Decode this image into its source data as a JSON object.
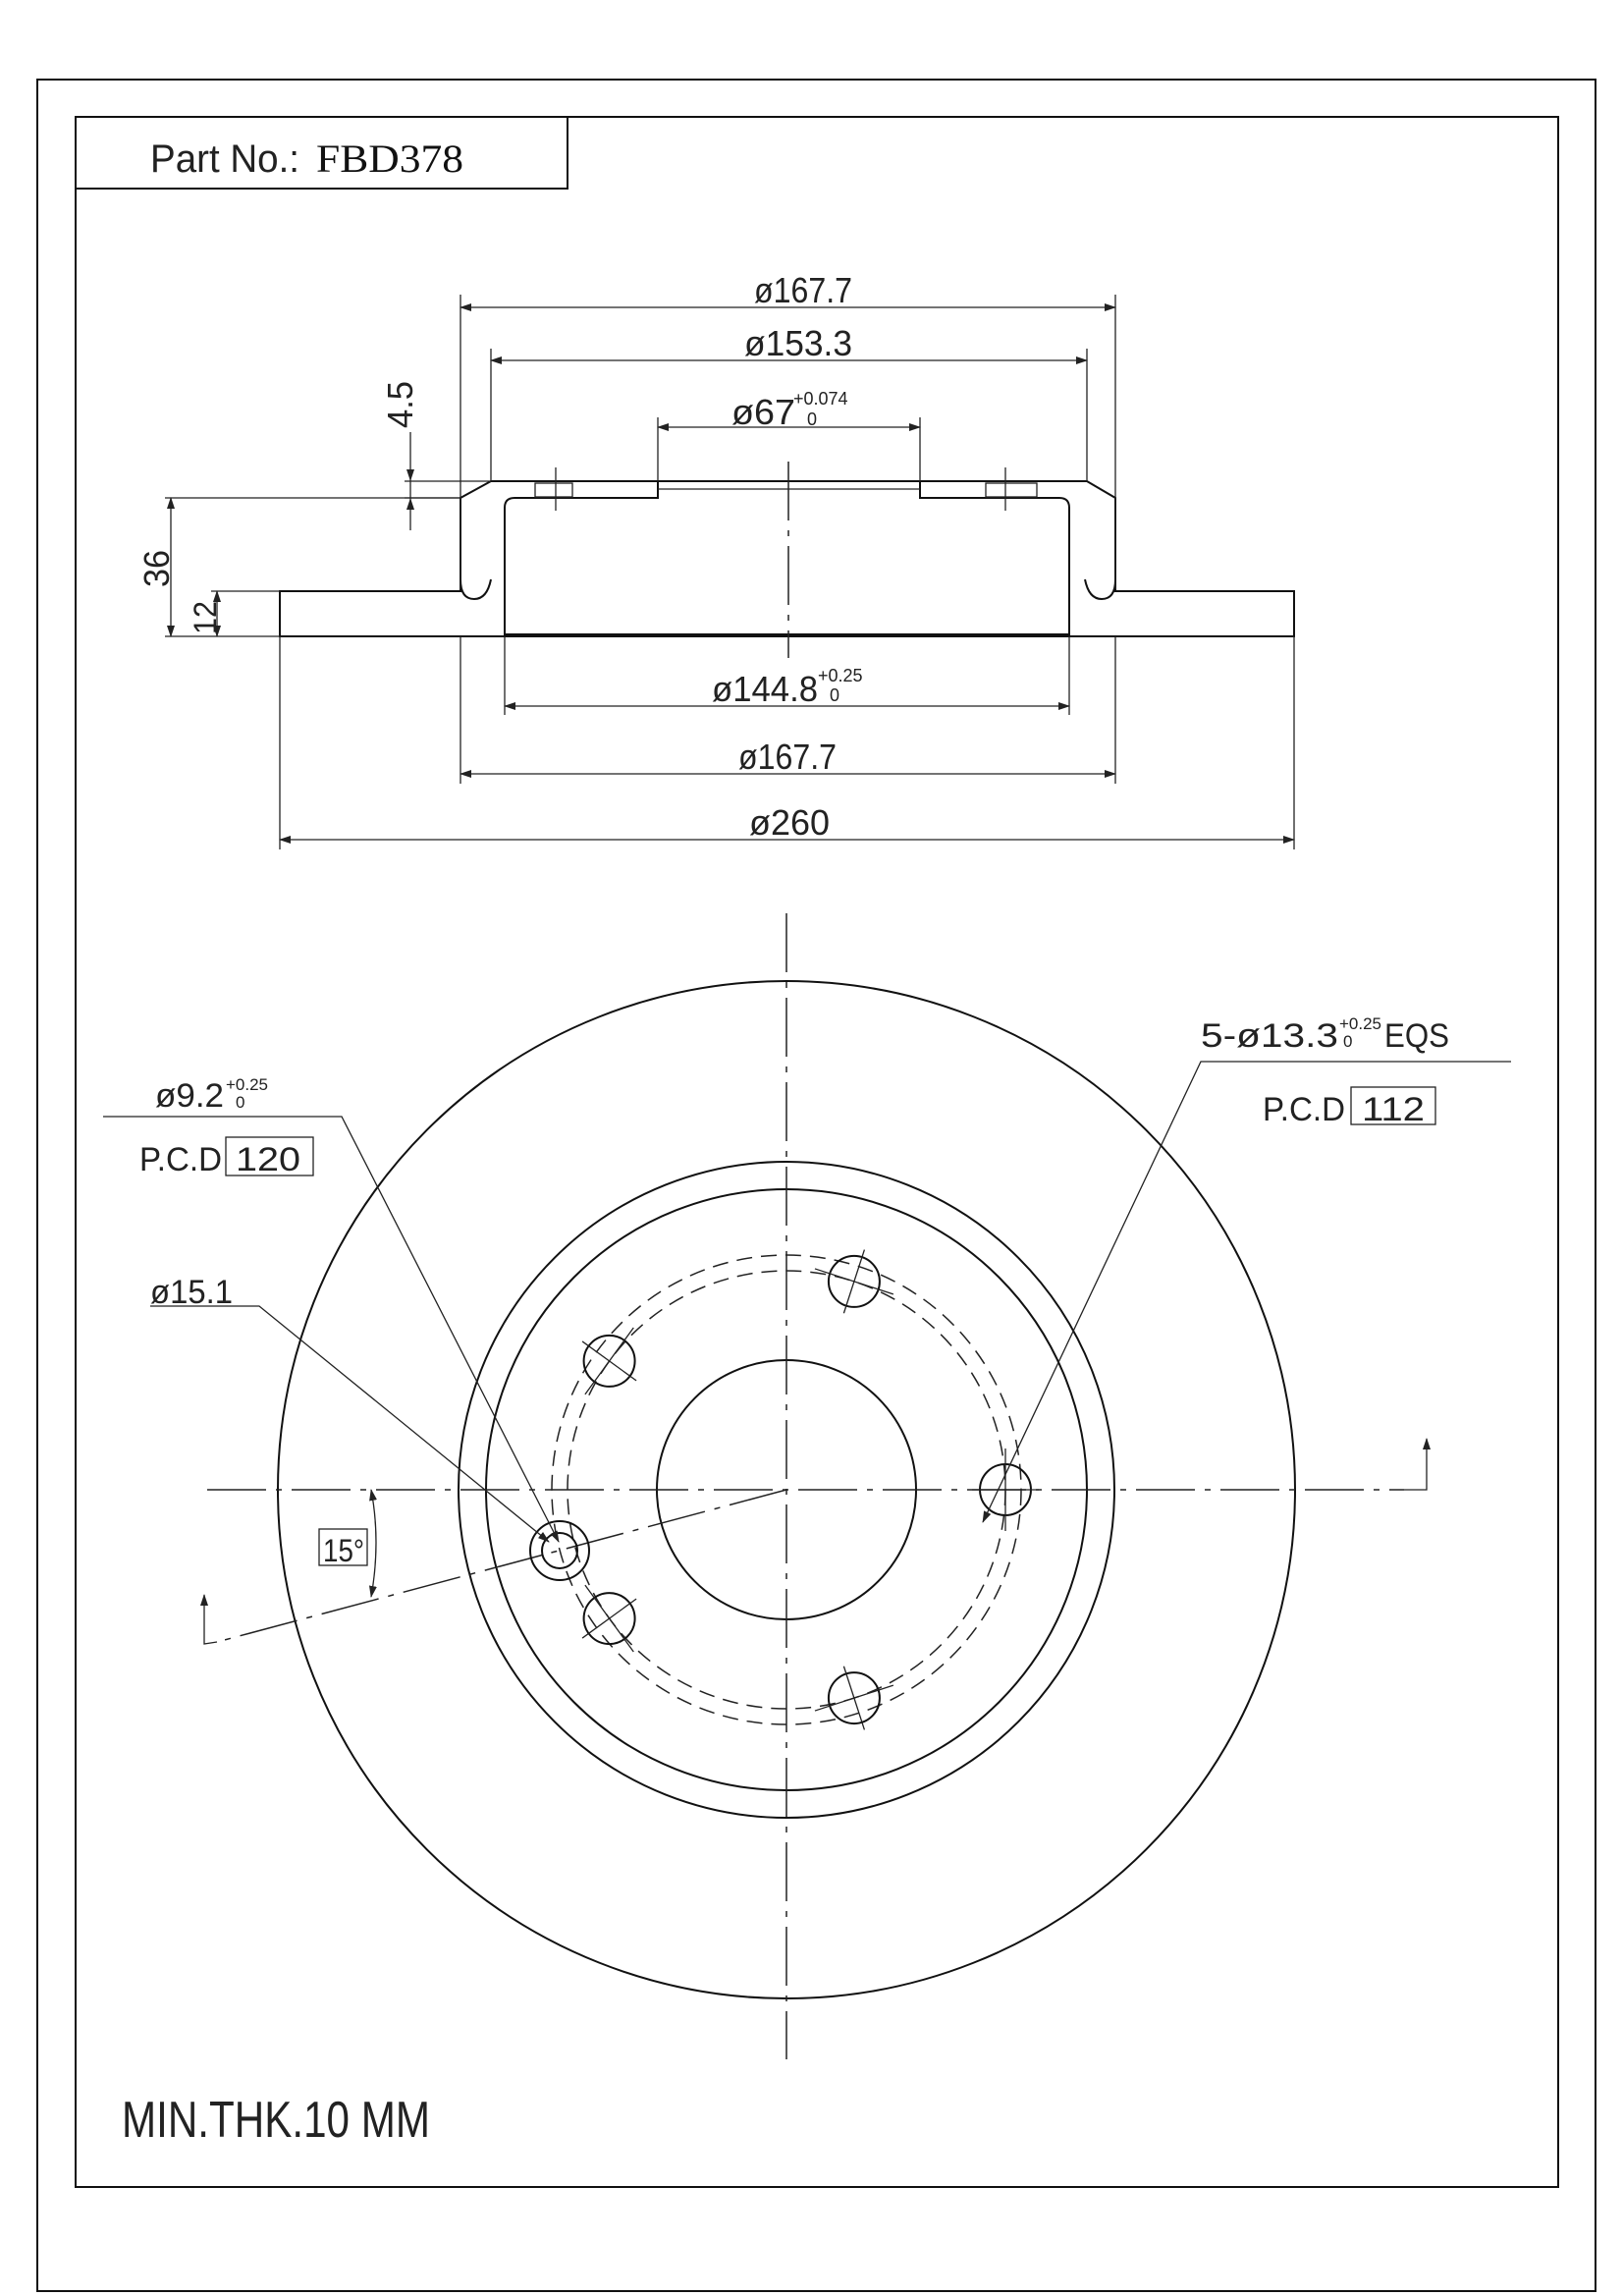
{
  "title_block": {
    "label": "Part No.:",
    "part_number": "FBD378"
  },
  "section_view": {
    "dim_top_outer": "ø167.7",
    "dim_top_inner": "ø153.3",
    "dim_bore": {
      "value": "ø67",
      "tol_upper": "+0.074",
      "tol_lower": "0"
    },
    "dim_hat_thickness": "4.5",
    "dim_height": "36",
    "dim_disc_thickness": "12",
    "dim_inner_bottom": {
      "value": "ø144.8",
      "tol_upper": "+0.25",
      "tol_lower": "0"
    },
    "dim_bottom_outer": "ø167.7",
    "dim_overall": "ø260"
  },
  "plan_view": {
    "small_hole": {
      "value": "ø9.2",
      "tol_upper": "+0.25",
      "tol_lower": "0",
      "pcd_label": "P.C.D",
      "pcd_value": "120"
    },
    "counterbore": "ø15.1",
    "bolt_holes": {
      "value": "5-ø13.3",
      "tol_upper": "+0.25",
      "tol_lower": "0",
      "suffix": "EQS",
      "pcd_label": "P.C.D",
      "pcd_value": "112"
    },
    "angle": "15°",
    "bolt_count": 5
  },
  "note": "MIN.THK.10 MM"
}
